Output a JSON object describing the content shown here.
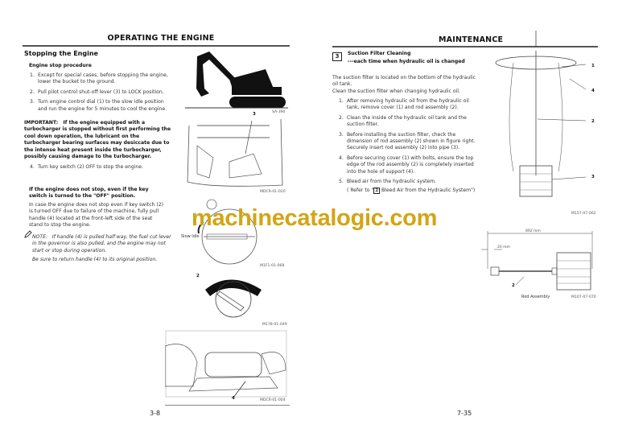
{
  "left": {
    "header": "OPERATING THE ENGINE",
    "title": "Stopping the Engine",
    "subtitle": "Engine stop procedure",
    "steps": [
      {
        "n": "1.",
        "text": "Except for special cases, before stopping the engine, lower the bucket to the ground."
      },
      {
        "n": "2.",
        "text": "Pull pilot control shut-off lever (3) to LOCK position."
      },
      {
        "n": "3.",
        "text": "Turn engine control dial (1) to the slow idle position and run the engine for 5 minutes to cool the engine."
      },
      {
        "n": "4.",
        "text": "Turn key switch (2) OFF to stop the engine."
      }
    ],
    "important_label": "IMPORTANT:",
    "important_text": "If the engine equipped with a turbocharger is stopped without first performing the cool down operation, the lubricant on the turbocharger bearing surfaces may desiccate due to the intense heat present inside the turbocharger, possibly causing damage to the turbocharger.",
    "subheading": "If the engine does not stop, even if the key switch is turned to the \"OFF\" position.",
    "para": "In case the engine does not stop even if key switch (2) is turned OFF due to failure of the machine, fully pull handle (4) located at the front-left side of the seat stand to stop the engine.",
    "note_label": "NOTE:",
    "note_text": "If handle (4) is pulled half way, the fuel cut lever in the governor is also pulled, and the engine may not start or stop during operation.",
    "note_text2": "Be sure to return handle (4) to its original position.",
    "figures": {
      "f1": "SA-390",
      "f2": "MDCR-01-020",
      "f3": "M1F1-01-068",
      "f4": "M178-01-049",
      "f5": "MDCR-01-004"
    },
    "callouts": {
      "c3": "3",
      "c2": "2",
      "c4": "4",
      "slow_idle": "Slow Idle"
    },
    "page_number": "3-8"
  },
  "right": {
    "header": "MAINTENANCE",
    "section_number": "3",
    "title": "Suction Filter Cleaning",
    "interval": "---each time when hydraulic oil is changed",
    "intro1": "The suction filter is located on the bottom of the hydraulic oil tank.",
    "intro2": "Clean the suction filter when changing hydraulic oil.",
    "steps": [
      {
        "n": "1.",
        "text": "After removing hydraulic oil from the hydraulic oil tank, remove cover (1) and rod assembly (2)."
      },
      {
        "n": "2.",
        "text": "Clean the inside of the hydraulic oil tank and the suction filter."
      },
      {
        "n": "3.",
        "text": "Before installing the suction filter, check the dimension of rod assembly (2) shown in figure right. Securely insert rod assembly (2) into pipe (3)."
      },
      {
        "n": "4.",
        "text": "Before securing cover (1) with bolts, ensure the top edge of the rod assembly (2) is completely inserted into the hole of support (4)."
      },
      {
        "n": "5.",
        "text": "Bleed air from the hydraulic system."
      }
    ],
    "refer_pre": "( Refer to \"",
    "refer_num": "2",
    "refer_post": " Bleed Air from the Hydraulic System\")",
    "figures": {
      "f1": "M157-07-062",
      "f2": "M107-07-070"
    },
    "callouts": {
      "c1": "1",
      "c4": "4",
      "c2": "2",
      "c3": "3",
      "c2b": "2"
    },
    "dim_total": "892 mm",
    "dim_small": "20 mm",
    "rod_label": "Rod Assembly",
    "page_number": "7-35"
  },
  "watermark": "machinecatalogic.com",
  "colors": {
    "watermark": "#d4a414",
    "rule": "#555555"
  }
}
